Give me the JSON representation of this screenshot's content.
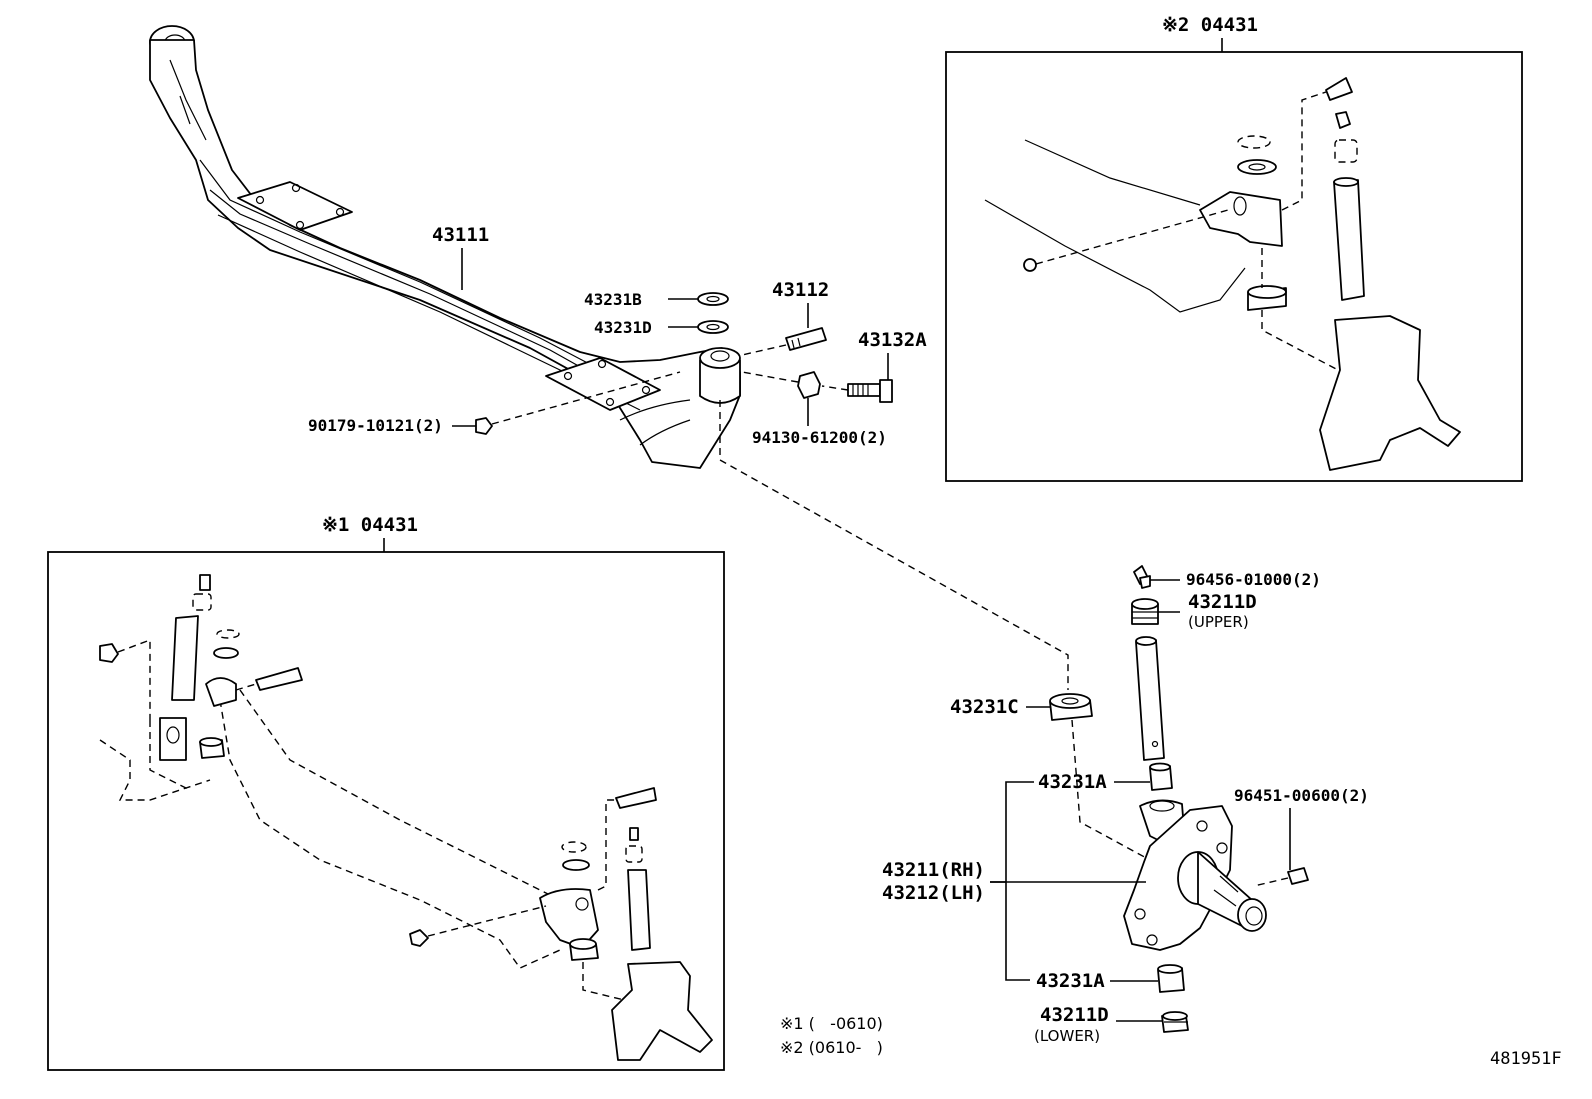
{
  "insets": {
    "inset1_title": "※1 04431",
    "inset2_title": "※2 04431"
  },
  "labels": {
    "p43111": "43111",
    "p43231B": "43231B",
    "p43231D": "43231D",
    "p43112": "43112",
    "p43132A": "43132A",
    "p90179": "90179-10121(2)",
    "p94130": "94130-61200(2)",
    "p96456": "96456-01000(2)",
    "p43211D_upper": "43211D",
    "upper": "(UPPER)",
    "p43231C": "43231C",
    "p43231A_top": "43231A",
    "p96451": "96451-00600(2)",
    "p43211": "43211(RH)",
    "p43212": "43212(LH)",
    "p43231A_bottom": "43231A",
    "p43211D_lower": "43211D",
    "lower": "(LOWER)"
  },
  "notes": {
    "note1": "※1 (   -0610)",
    "note2": "※2 (0610-   )"
  },
  "figure_ref": "481951F"
}
